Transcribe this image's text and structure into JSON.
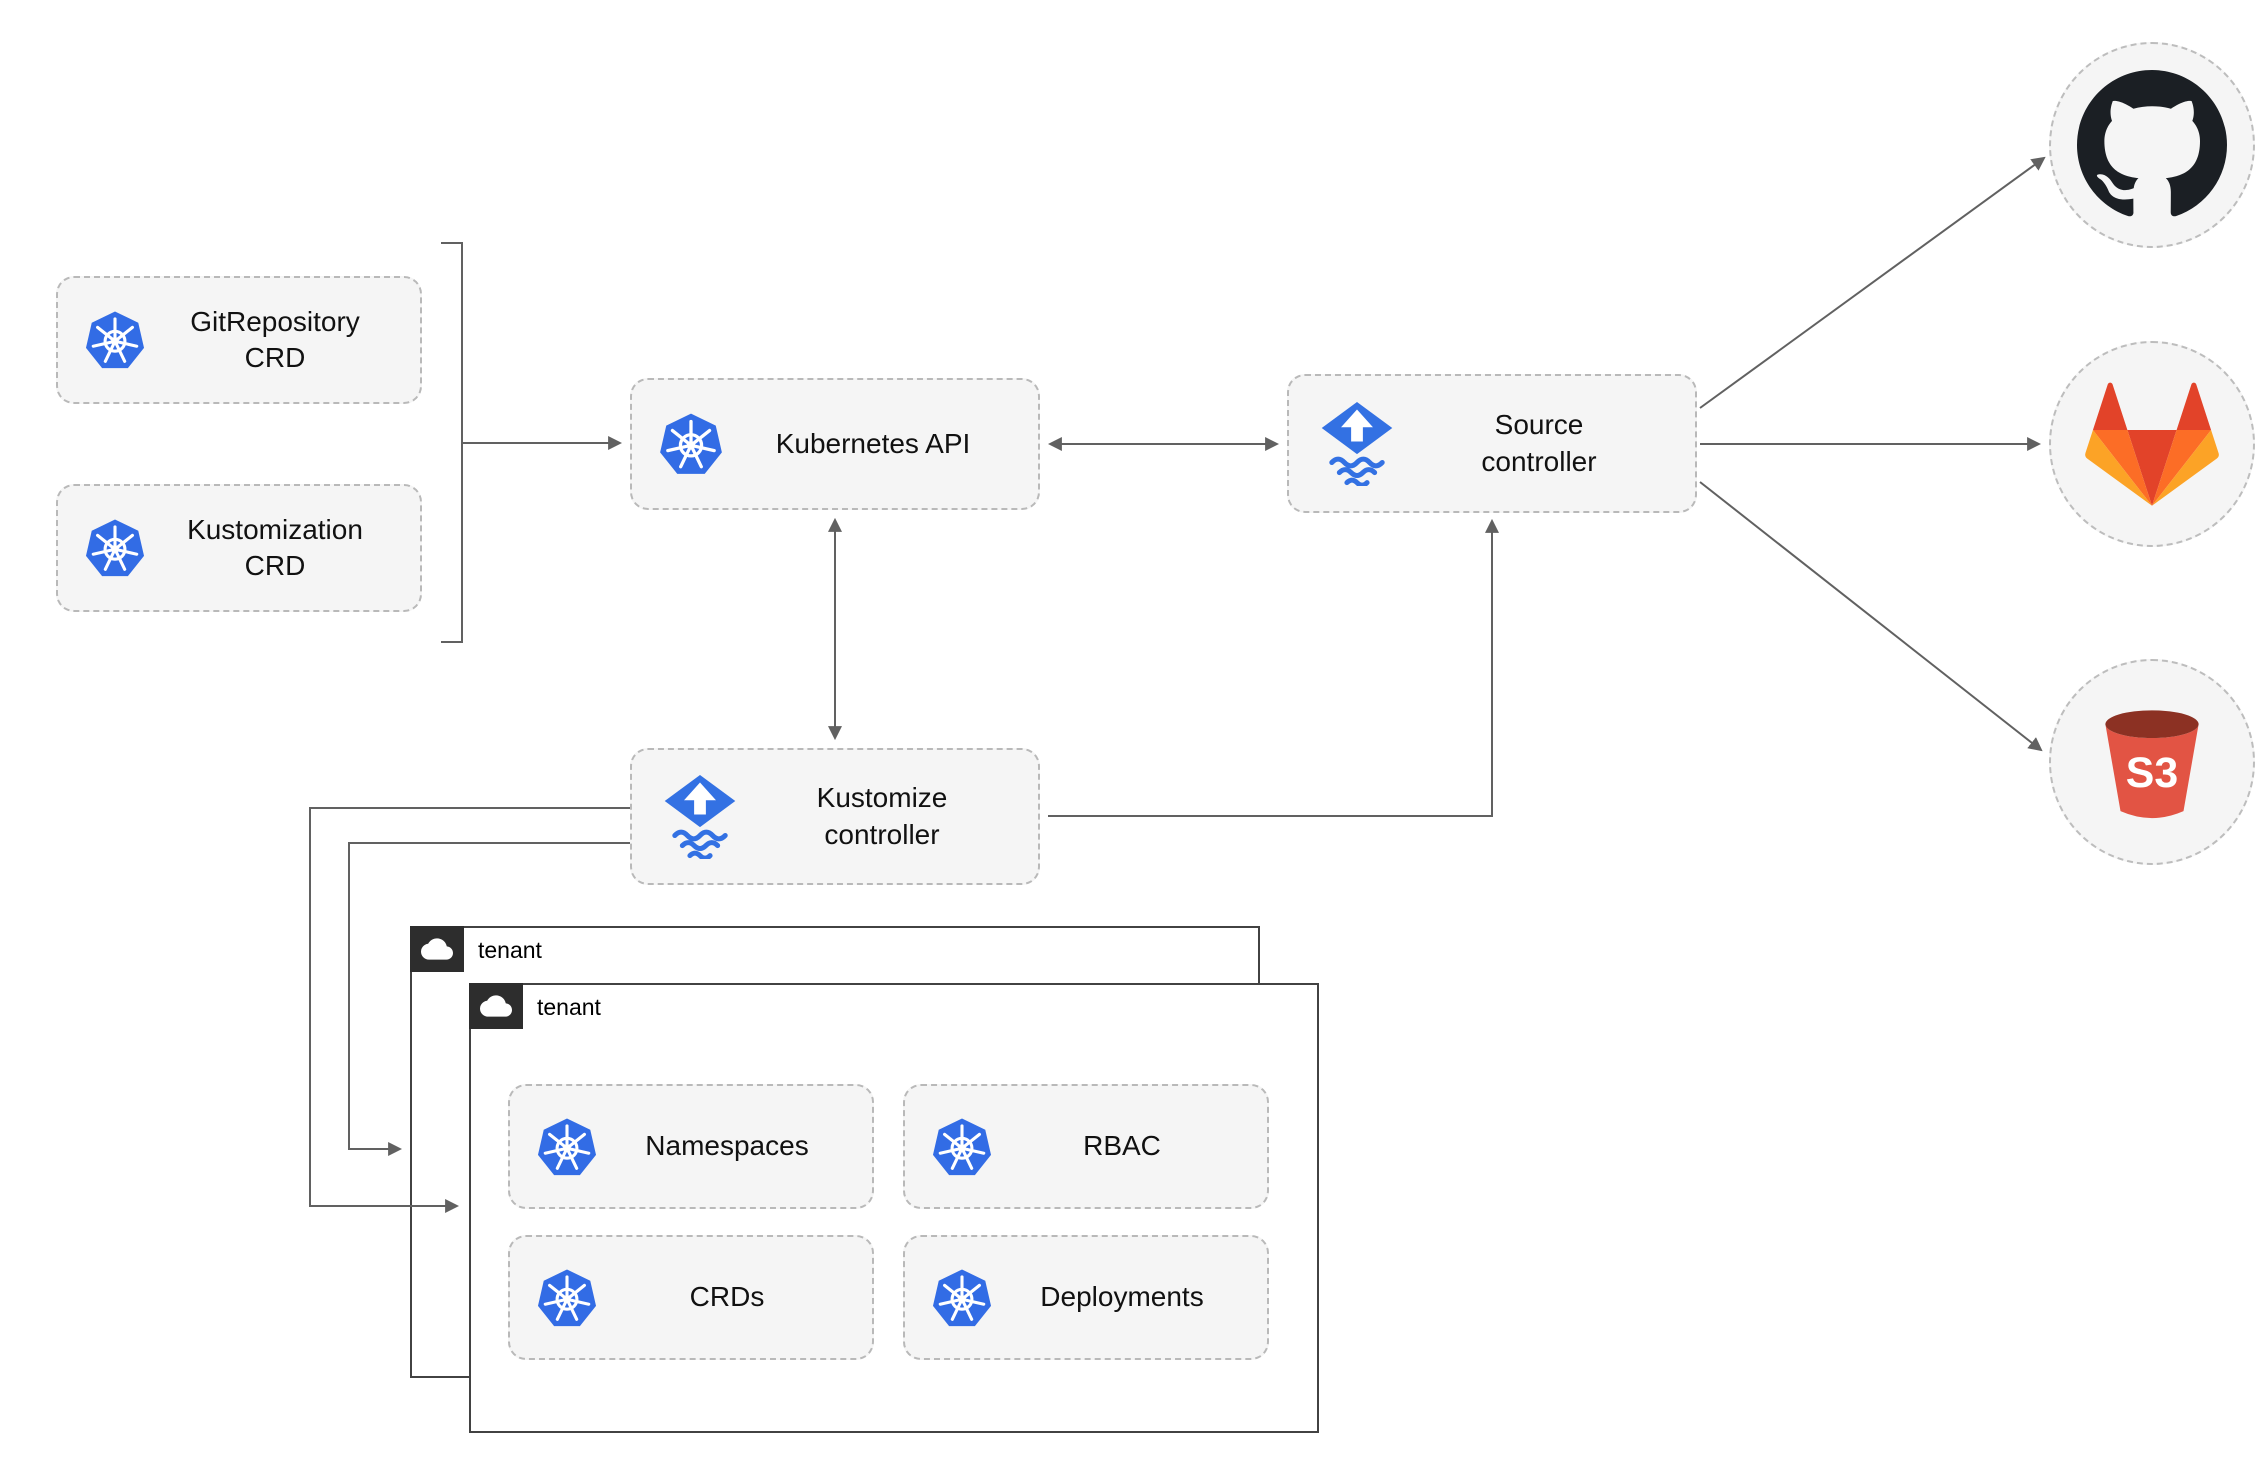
{
  "colors": {
    "kubernetes_blue": "#326ce5",
    "flux_blue": "#3371e3",
    "github_dark": "#1b1f24",
    "gitlab_orange": "#fc6d26",
    "s3_red": "#e25444",
    "connector_gray": "#616161",
    "node_fill": "#f5f5f5",
    "tab_dark": "#2d2d2d"
  },
  "nodes": {
    "gitrepository_crd": {
      "label": "GitRepository\nCRD",
      "icon": "kubernetes-icon"
    },
    "kustomization_crd": {
      "label": "Kustomization\nCRD",
      "icon": "kubernetes-icon"
    },
    "kubernetes_api": {
      "label": "Kubernetes API",
      "icon": "kubernetes-icon"
    },
    "source_controller": {
      "label": "Source\ncontroller",
      "icon": "flux-icon"
    },
    "kustomize_controller": {
      "label": "Kustomize\ncontroller",
      "icon": "flux-icon"
    },
    "namespaces": {
      "label": "Namespaces",
      "icon": "kubernetes-icon"
    },
    "rbac": {
      "label": "RBAC",
      "icon": "kubernetes-icon"
    },
    "crds": {
      "label": "CRDs",
      "icon": "kubernetes-icon"
    },
    "deployments": {
      "label": "Deployments",
      "icon": "kubernetes-icon"
    }
  },
  "containers": {
    "tenant_back": {
      "label": "tenant",
      "icon": "cloud-icon"
    },
    "tenant_front": {
      "label": "tenant",
      "icon": "cloud-icon"
    }
  },
  "external": {
    "github": {
      "icon": "github-icon"
    },
    "gitlab": {
      "icon": "gitlab-icon"
    },
    "s3": {
      "icon": "s3-bucket-icon",
      "label": "S3"
    }
  }
}
